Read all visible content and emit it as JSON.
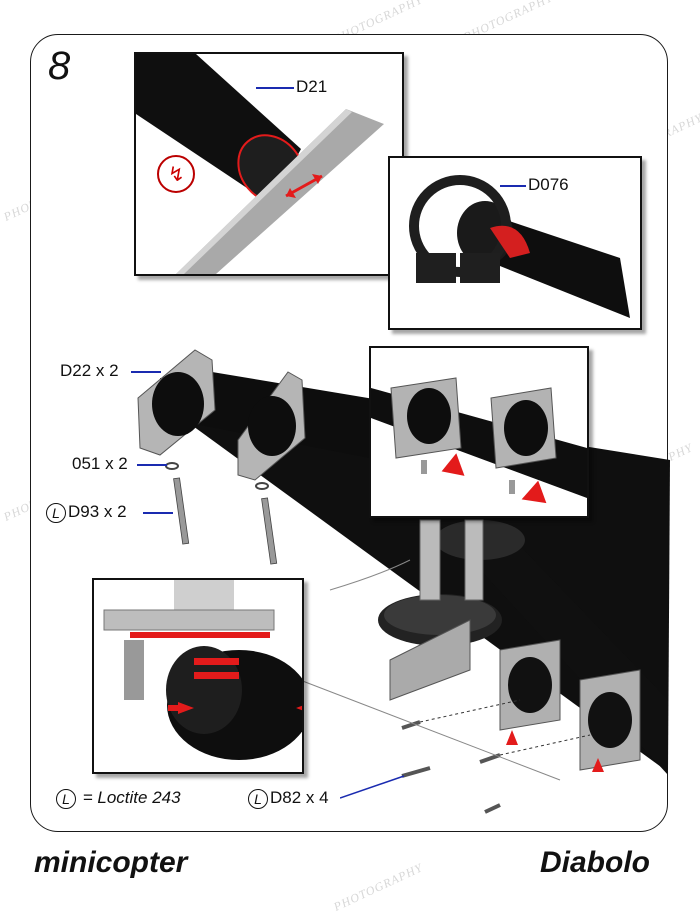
{
  "step_number": "8",
  "labels": {
    "part_d21": "D21",
    "part_d076": "D076",
    "part_d22": "D22 x 2",
    "part_051": "051 x 2",
    "part_d93": "D93 x 2",
    "part_d82": "D82 x 4",
    "loctite_symbol": "L",
    "loctite_note": "= Loctite 243"
  },
  "footer": {
    "brand_left": "minicopter",
    "brand_right": "Diabolo"
  },
  "watermark": "PHOTOGRAPHY",
  "colors": {
    "lead_line": "#1a2bb0",
    "arrow_red": "#e31b1b",
    "tube_black": "#0d0d0d",
    "clamp_gray": "#a8a8a8"
  }
}
